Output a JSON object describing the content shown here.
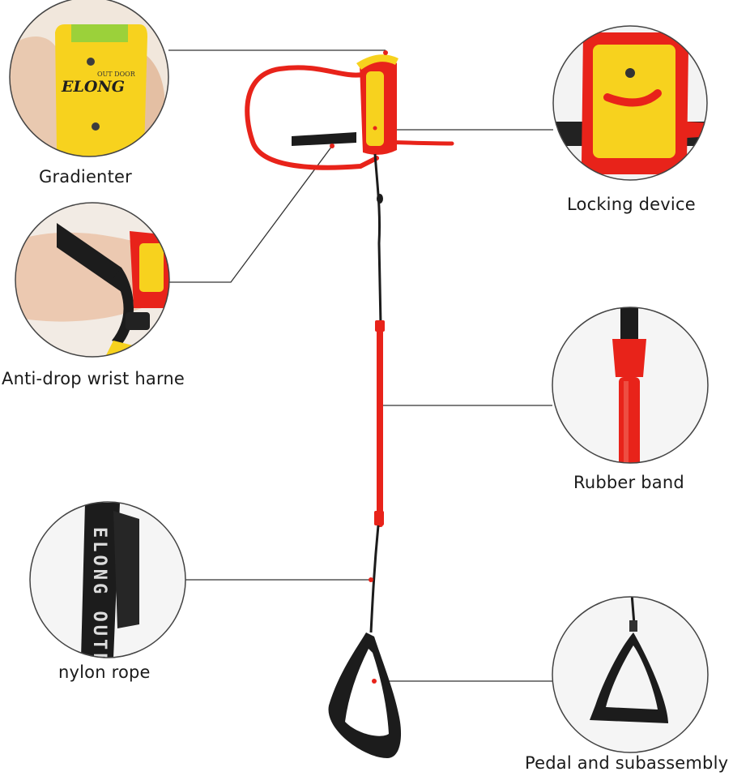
{
  "labels": {
    "gradienter": "Gradienter",
    "locking_device": "Locking device",
    "wrist_harness": "Anti-drop wrist harne",
    "rubber_band": "Rubber band",
    "nylon_rope": "nylon rope",
    "pedal": "Pedal and subassembly"
  },
  "brand": {
    "logo_small": "OUT DOOR",
    "logo_main": "ELONG",
    "strap_text": "ELONG OUTDOOR"
  },
  "colors": {
    "product_red": "#e8231a",
    "product_yellow": "#f7d21e",
    "strap_black": "#1c1c1c",
    "leader_line": "#333333",
    "circle_border": "#444444"
  }
}
